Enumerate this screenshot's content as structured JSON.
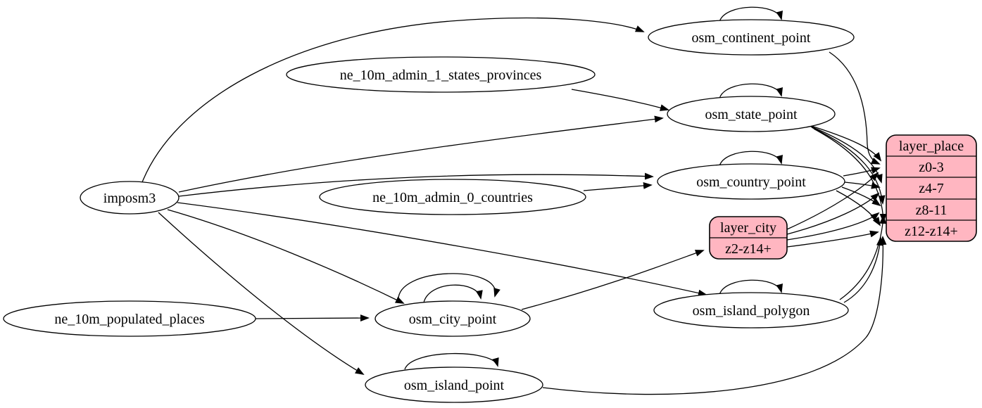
{
  "diagram": {
    "type": "etl-flow-graph",
    "colors": {
      "background": "#ffffff",
      "table_node_fill": "#ffffff",
      "layer_node_fill": "#ffb6c1",
      "stroke": "#000000"
    },
    "nodes": [
      {
        "id": "imposm3",
        "label": "imposm3",
        "shape": "ellipse"
      },
      {
        "id": "ne_10m_admin_1_states_provinces",
        "label": "ne_10m_admin_1_states_provinces",
        "shape": "ellipse"
      },
      {
        "id": "ne_10m_admin_0_countries",
        "label": "ne_10m_admin_0_countries",
        "shape": "ellipse"
      },
      {
        "id": "ne_10m_populated_places",
        "label": "ne_10m_populated_places",
        "shape": "ellipse"
      },
      {
        "id": "osm_continent_point",
        "label": "osm_continent_point",
        "shape": "ellipse"
      },
      {
        "id": "osm_state_point",
        "label": "osm_state_point",
        "shape": "ellipse"
      },
      {
        "id": "osm_country_point",
        "label": "osm_country_point",
        "shape": "ellipse"
      },
      {
        "id": "osm_city_point",
        "label": "osm_city_point",
        "shape": "ellipse"
      },
      {
        "id": "osm_island_polygon",
        "label": "osm_island_polygon",
        "shape": "ellipse"
      },
      {
        "id": "osm_island_point",
        "label": "osm_island_point",
        "shape": "ellipse"
      }
    ],
    "records": [
      {
        "id": "layer_city",
        "title": "layer_city",
        "rows": [
          "z2-z14+"
        ],
        "fill": "#ffb6c1"
      },
      {
        "id": "layer_place",
        "title": "layer_place",
        "rows": [
          "z0-3",
          "z4-7",
          "z8-11",
          "z12-z14+"
        ],
        "fill": "#ffb6c1"
      }
    ],
    "edges": [
      {
        "from": "imposm3",
        "to": "osm_continent_point"
      },
      {
        "from": "imposm3",
        "to": "osm_state_point"
      },
      {
        "from": "imposm3",
        "to": "osm_country_point"
      },
      {
        "from": "imposm3",
        "to": "osm_city_point"
      },
      {
        "from": "imposm3",
        "to": "osm_island_polygon"
      },
      {
        "from": "imposm3",
        "to": "osm_island_point"
      },
      {
        "from": "ne_10m_admin_1_states_provinces",
        "to": "osm_state_point"
      },
      {
        "from": "ne_10m_admin_0_countries",
        "to": "osm_country_point"
      },
      {
        "from": "ne_10m_populated_places",
        "to": "osm_city_point"
      },
      {
        "from": "osm_continent_point",
        "to": "osm_continent_point",
        "self_loop": true
      },
      {
        "from": "osm_state_point",
        "to": "osm_state_point",
        "self_loop": true
      },
      {
        "from": "osm_country_point",
        "to": "osm_country_point",
        "self_loop": true
      },
      {
        "from": "osm_city_point",
        "to": "osm_city_point",
        "self_loop": true
      },
      {
        "from": "osm_city_point",
        "to": "osm_city_point",
        "self_loop": true
      },
      {
        "from": "osm_island_polygon",
        "to": "osm_island_polygon",
        "self_loop": true
      },
      {
        "from": "osm_island_point",
        "to": "osm_island_point",
        "self_loop": true
      },
      {
        "from": "osm_city_point",
        "to": "layer_city",
        "to_row": "z2-z14+"
      },
      {
        "from": "osm_continent_point",
        "to": "layer_place",
        "to_row": "z0-3"
      },
      {
        "from": "osm_country_point",
        "to": "layer_place",
        "to_row": "z0-3"
      },
      {
        "from": "osm_country_point",
        "to": "layer_place",
        "to_row": "z4-7"
      },
      {
        "from": "osm_country_point",
        "to": "layer_place",
        "to_row": "z8-11"
      },
      {
        "from": "osm_country_point",
        "to": "layer_place",
        "to_row": "z12-z14+"
      },
      {
        "from": "osm_state_point",
        "to": "layer_place",
        "to_row": "z0-3"
      },
      {
        "from": "osm_state_point",
        "to": "layer_place",
        "to_row": "z4-7"
      },
      {
        "from": "osm_state_point",
        "to": "layer_place",
        "to_row": "z8-11"
      },
      {
        "from": "osm_state_point",
        "to": "layer_place",
        "to_row": "z12-z14+"
      },
      {
        "from": "layer_city",
        "to": "layer_place",
        "to_row": "z0-3"
      },
      {
        "from": "layer_city",
        "to": "layer_place",
        "to_row": "z4-7"
      },
      {
        "from": "layer_city",
        "to": "layer_place",
        "to_row": "z8-11"
      },
      {
        "from": "layer_city",
        "to": "layer_place",
        "to_row": "z12-z14+"
      },
      {
        "from": "osm_island_polygon",
        "to": "layer_place",
        "to_row": "z8-11"
      },
      {
        "from": "osm_island_polygon",
        "to": "layer_place",
        "to_row": "z12-z14+"
      },
      {
        "from": "osm_island_point",
        "to": "layer_place",
        "to_row": "z12-z14+"
      }
    ]
  }
}
